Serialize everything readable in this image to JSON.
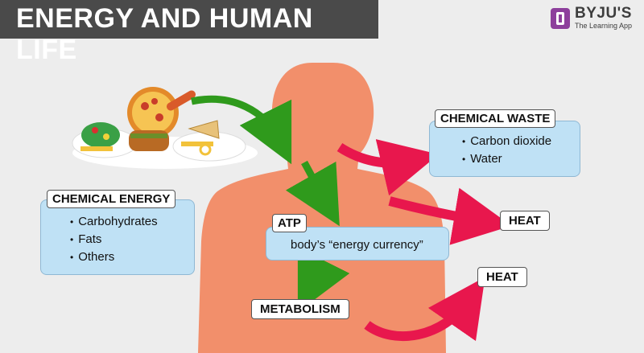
{
  "header": {
    "title": "ENERGY AND HUMAN LIFE"
  },
  "logo": {
    "name": "BYJU'S",
    "tagline": "The Learning App"
  },
  "chemical_energy": {
    "label": "CHEMICAL ENERGY",
    "items": [
      "Carbohydrates",
      "Fats",
      "Others"
    ]
  },
  "chemical_waste": {
    "label": "CHEMICAL WASTE",
    "items": [
      "Carbon dioxide",
      "Water"
    ]
  },
  "atp": {
    "label": "ATP",
    "description": "body’s “energy currency”"
  },
  "metabolism": {
    "label": "METABOLISM"
  },
  "heat_upper": {
    "label": "HEAT"
  },
  "heat_lower": {
    "label": "HEAT"
  },
  "colors": {
    "body": "#f28f6b",
    "green_arrow": "#2f9a1c",
    "red_arrow": "#e8174d",
    "box_fill": "#bfe1f5",
    "title_bar": "#4a4a4a"
  }
}
